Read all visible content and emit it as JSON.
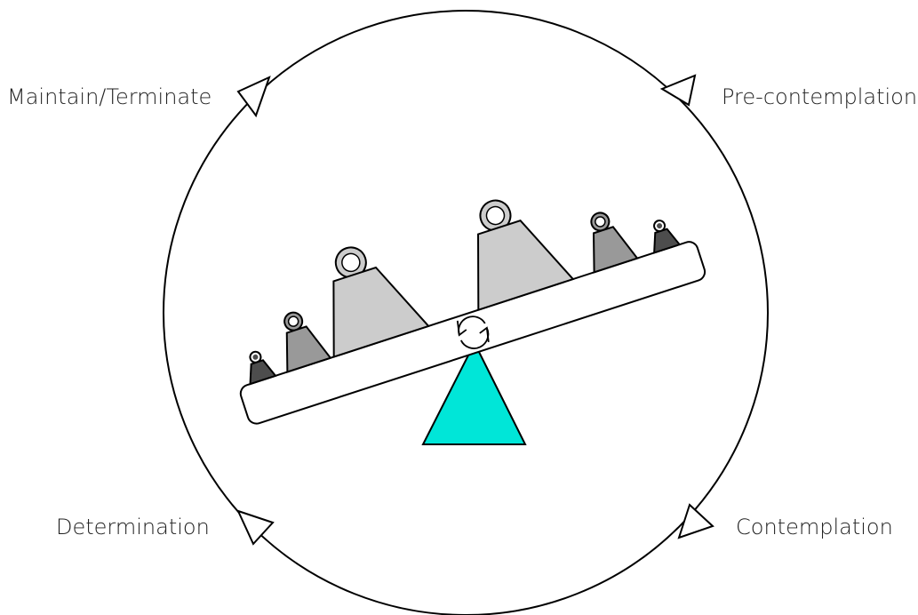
{
  "stages": {
    "maintain": "Maintain/Terminate",
    "precontemplation": "Pre-contemplation",
    "determination": "Determination",
    "contemplation": "Contemplation"
  },
  "colors": {
    "fulcrum": "#00e6d8",
    "weight_light": "#cccccc",
    "weight_medium": "#999999",
    "weight_dark": "#4d4d4d",
    "outline": "#000000"
  },
  "icons": {
    "cycle_arrows": "refresh-icon",
    "cycle_direction": "clockwise"
  }
}
